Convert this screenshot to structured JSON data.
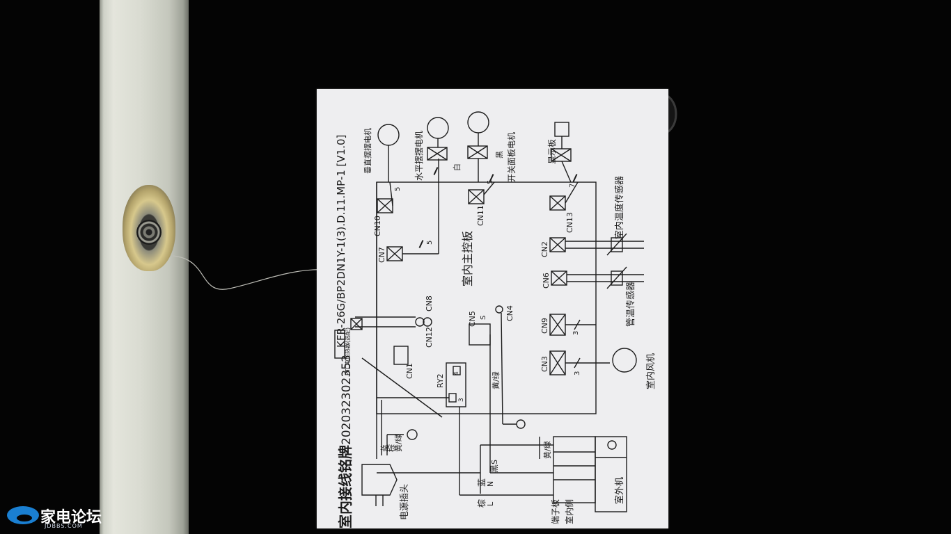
{
  "nameplate": {
    "title": "室内接线铭牌",
    "serial": "202032302353",
    "model": "KFR-26G/BP2DN1Y-1(3).D.11.MP-1 [V1.0]",
    "board": "室内主控板",
    "ptc": "PTC电加热器(选配)",
    "plug": "电源插头",
    "outdoor": "室外机",
    "terminal_board": "端子板",
    "terminal_side": "室内侧",
    "fan": "室内风机",
    "pipe_sensor": "管温传感器",
    "room_sensor": "室内温度传感器",
    "display": "显示板",
    "vertical_motor": "垂直摆摆电机",
    "horizontal_motor": "水平摆摆电机",
    "panel_motor": "开关面板电机",
    "relay": "RY2",
    "relay_pin3": "3",
    "relay_pin4": "4",
    "color_blue": "蓝",
    "color_brown": "棕",
    "color_black": "黑",
    "color_white": "白",
    "color_yg": "黄/绿",
    "term_L": "L",
    "term_N": "N",
    "term_S": "S",
    "cn1": "CN1",
    "cn2": "CN2",
    "cn3": "CN3",
    "cn4": "CN4",
    "cn5": "CN5",
    "cn5_s": "S",
    "cn6": "CN6",
    "cn7": "CN7",
    "cn8": "CN8",
    "cn9": "CN9",
    "cn10": "CN10",
    "cn11": "CN11",
    "cn12": "CN12",
    "cn13": "CN13",
    "w5a": "5",
    "w5b": "5",
    "w5c": "5",
    "w7": "7",
    "w3a": "3",
    "w3b": "3"
  },
  "watermark": {
    "name": "家电论坛",
    "url": "JDBBS.COM"
  },
  "colors": {
    "label_bg": "#eeeef0",
    "ink": "#1c1c1c",
    "rail": "#d9dbd1",
    "background": "#040404",
    "watermark": "#1a7fd1"
  }
}
